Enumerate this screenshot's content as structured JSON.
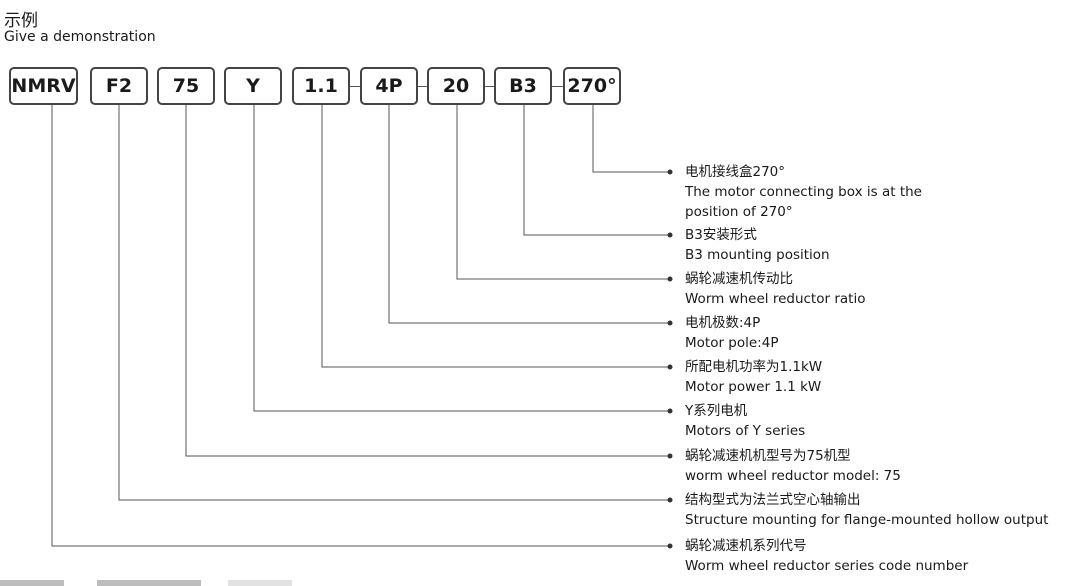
{
  "title": {
    "cn": "示例",
    "en": "Give a demonstration"
  },
  "code_segments": [
    "NMRV",
    "F2",
    "75",
    "Y",
    "1.1",
    "4P",
    "20",
    "B3",
    "270°"
  ],
  "descriptions": [
    {
      "cn": "电机接线盒270°",
      "en": [
        "The motor connecting box is at the",
        "position of 270°"
      ]
    },
    {
      "cn": "B3安装形式",
      "en": [
        "B3 mounting position"
      ]
    },
    {
      "cn": "蜗轮减速机传动比",
      "en": [
        "Worm wheel reductor ratio"
      ]
    },
    {
      "cn": "电机极数:4P",
      "en": [
        "Motor pole:4P"
      ]
    },
    {
      "cn": "所配电机功率为1.1kW",
      "en": [
        "Motor power 1.1 kW"
      ]
    },
    {
      "cn": "Y系列电机",
      "en": [
        "Motors of Y series"
      ]
    },
    {
      "cn": "蜗轮减速机机型号为75机型",
      "en": [
        "worm wheel reductor model: 75"
      ]
    },
    {
      "cn": "结构型式为法兰式空心轴输出",
      "en": [
        "Structure mounting for flange-mounted hollow output"
      ]
    },
    {
      "cn": "蜗轮减速机系列代号",
      "en": [
        "Worm wheel reductor series code number"
      ]
    }
  ]
}
